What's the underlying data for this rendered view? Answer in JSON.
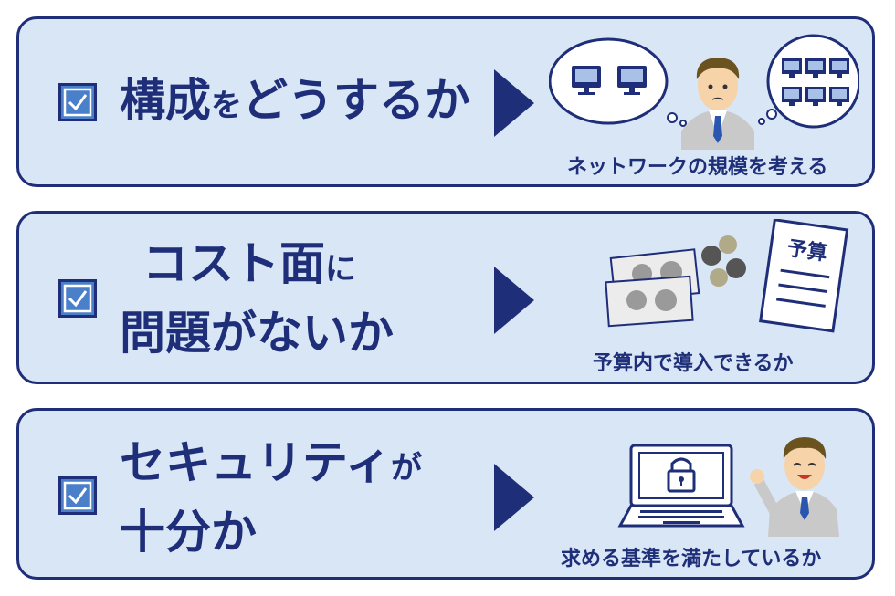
{
  "items": [
    {
      "heading_main": "構成",
      "heading_particle": "を",
      "heading_rest": "どうするか",
      "caption": "ネットワークの規模を考える"
    },
    {
      "line1_main": "コスト面",
      "line1_particle": "に",
      "line2": "問題がないか",
      "caption": "予算内で導入できるか",
      "document_label": "予算"
    },
    {
      "line1_main": "セキュリティ",
      "line1_particle": "が",
      "line2": "十分か",
      "caption": "求める基準を満たしているか"
    }
  ],
  "colors": {
    "navy": "#1f2e78",
    "card_fill": "#d9e6f6",
    "checkbox_fill": "#4a7fc9"
  },
  "icons": [
    "checkbox-checked-icon",
    "play-arrow-icon",
    "monitor-icon",
    "businessman-icon",
    "bill-icon",
    "coin-icon",
    "document-icon",
    "laptop-lock-icon"
  ]
}
